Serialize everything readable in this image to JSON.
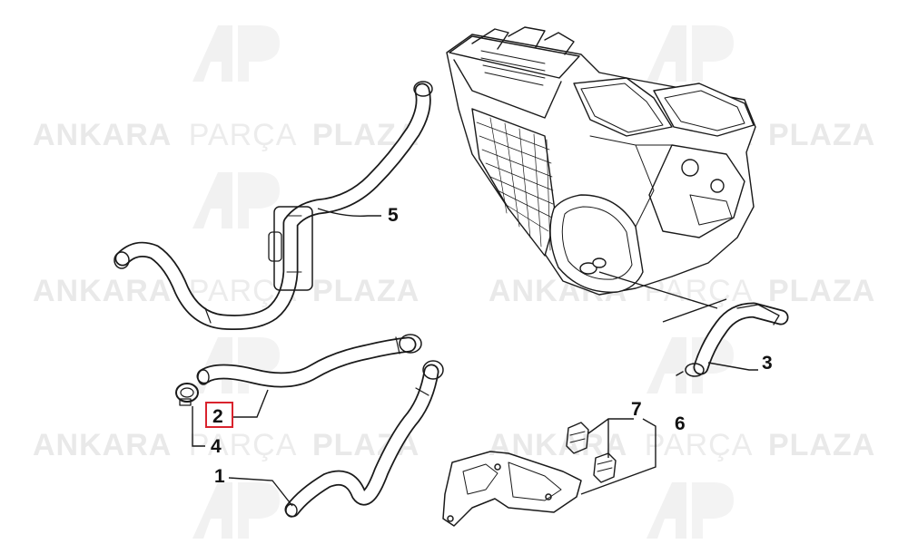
{
  "watermark": {
    "brand_bold_1": "ANKARA",
    "brand_light": "PARÇA",
    "brand_bold_2": "PLAZA",
    "logo_icon": "ap-logo-icon"
  },
  "callouts": {
    "c1": "1",
    "c2": "2",
    "c3": "3",
    "c4": "4",
    "c5": "5",
    "c6": "6",
    "c7": "7"
  },
  "highlight_color": "#d9232d"
}
